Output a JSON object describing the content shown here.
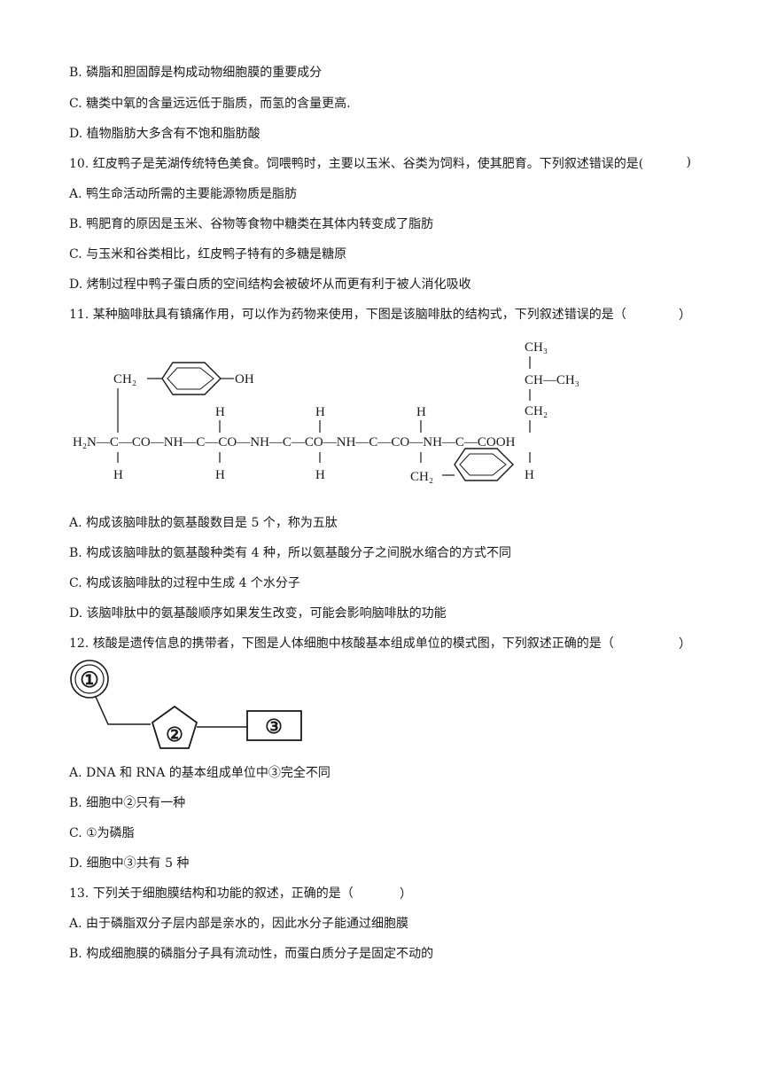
{
  "lines_top": {
    "b9": "B. 磷脂和胆固醇是构成动物细胞膜的重要成分",
    "c9": "C. 糖类中氧的含量远远低于脂质，而氢的含量更高.",
    "d9": "D. 植物脂肪大多含有不饱和脂肪酸"
  },
  "q10": {
    "stem": "10. 红皮鸭子是芜湖传统特色美食。饲喂鸭时，主要以玉米、谷类为饲料，使其肥育。下列叙述错误的是(",
    "paren": ")",
    "a": "A. 鸭生命活动所需的主要能源物质是脂肪",
    "b": "B. 鸭肥育的原因是玉米、谷物等食物中糖类在其体内转变成了脂肪",
    "c": "C. 与玉米和谷类相比，红皮鸭子特有的多糖是糖原",
    "d": "D. 烤制过程中鸭子蛋白质的空间结构会被破坏从而更有利于被人消化吸收"
  },
  "q11": {
    "stem": "11. 某种脑啡肽具有镇痛作用，可以作为药物来使用，下图是该脑啡肽的结构式，下列叙述错误的是（",
    "paren": "）",
    "figure": {
      "main_chain": "H₂N—C—CO—NH—C—CO—NH—C—CO—NH—C—CO—NH—C—COOH",
      "ch2": "CH₂",
      "oh": "OH",
      "h": "H",
      "ch3": "CH₃",
      "ch_ch3": "CH—CH₃",
      "bar": "|"
    },
    "a": "A. 构成该脑啡肽的氨基酸数目是 5 个，称为五肽",
    "b": "B. 构成该脑啡肽的氨基酸种类有 4 种，所以氨基酸分子之间脱水缩合的方式不同",
    "c": "C. 构成该脑啡肽的过程中生成 4 个水分子",
    "d": "D. 该脑啡肽中的氨基酸顺序如果发生改变，可能会影响脑啡肽的功能"
  },
  "q12": {
    "stem": "12. 核酸是遗传信息的携带者，下图是人体细胞中核酸基本组成单位的模式图，下列叙述正确的是（",
    "paren": "）",
    "figure": {
      "label1": "①",
      "label2": "②",
      "label3": "③"
    },
    "a": "A. DNA 和 RNA 的基本组成单位中③完全不同",
    "b": "B. 细胞中②只有一种",
    "c": "C. ①为磷脂",
    "d": "D. 细胞中③共有 5 种"
  },
  "q13": {
    "stem": "13. 下列关于细胞膜结构和功能的叙述，正确的是（",
    "paren": "）",
    "a": "A. 由于磷脂双分子层内部是亲水的，因此水分子能通过细胞膜",
    "b": "B. 构成细胞膜的磷脂分子具有流动性，而蛋白质分子是固定不动的"
  }
}
